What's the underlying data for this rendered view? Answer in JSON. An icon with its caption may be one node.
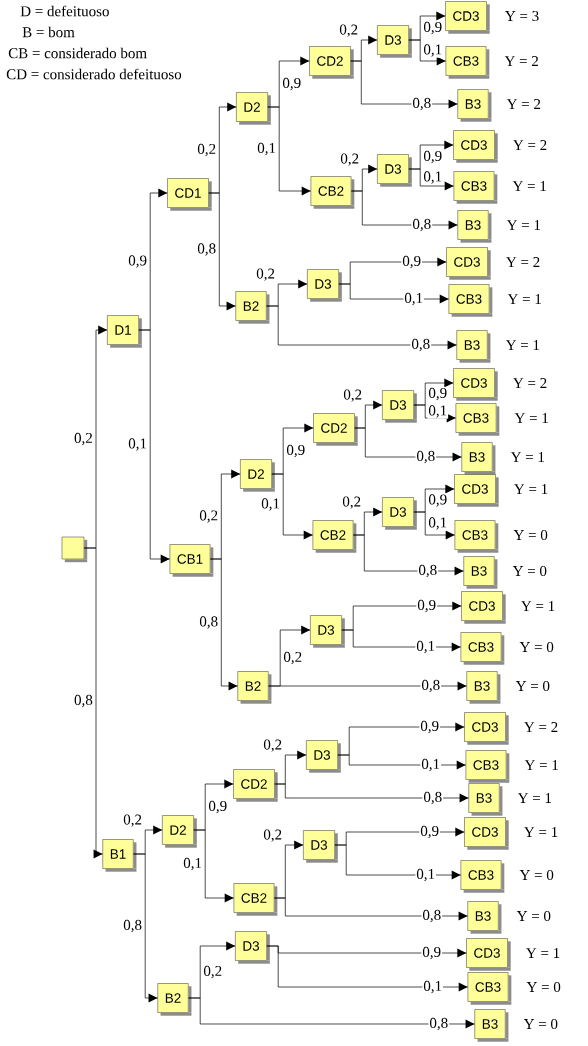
{
  "diagram": {
    "nodes": [
      {
        "text": [],
        "shape": "box"
      },
      {
        "text": [
          "D1"
        ]
      },
      {
        "text": [
          "CD1"
        ]
      },
      {
        "text": [
          "D2"
        ]
      },
      {
        "text": [
          "CD2"
        ]
      },
      {
        "text": [
          "D3"
        ]
      },
      {
        "text": [
          "CD3"
        ],
        "beside": [
          "Y = 3"
        ]
      },
      {
        "text": [
          "CB3"
        ],
        "beside": [
          "Y = 2"
        ]
      },
      {
        "text": [
          "B3"
        ],
        "beside": [
          "Y = 2"
        ]
      },
      {
        "text": [
          "CB2"
        ]
      },
      {
        "text": [
          "D3"
        ]
      },
      {
        "text": [
          "CD3"
        ],
        "beside": [
          "Y = 2"
        ]
      },
      {
        "text": [
          "CB3"
        ],
        "beside": [
          "Y = 1"
        ]
      },
      {
        "text": [
          "B3"
        ],
        "beside": [
          "Y = 1"
        ]
      },
      {
        "text": [
          "B2"
        ]
      },
      {
        "text": [
          "D3"
        ]
      },
      {
        "text": [
          "CD3"
        ],
        "beside": [
          "Y = 2"
        ]
      },
      {
        "text": [
          "CB3"
        ],
        "beside": [
          "Y = 1"
        ]
      },
      {
        "text": [
          "B3"
        ],
        "beside": [
          "Y = 1"
        ]
      },
      {
        "text": [
          "CB1"
        ]
      },
      {
        "text": [
          "D2"
        ]
      },
      {
        "text": [
          "CD2"
        ]
      },
      {
        "text": [
          "D3"
        ]
      },
      {
        "text": [
          "CD3"
        ],
        "beside": [
          "Y = 2"
        ]
      },
      {
        "text": [
          "CB3"
        ],
        "beside": [
          "Y = 1"
        ]
      },
      {
        "text": [
          "B3"
        ],
        "beside": [
          "Y = 1"
        ]
      },
      {
        "text": [
          "CB2"
        ]
      },
      {
        "text": [
          "D3"
        ]
      },
      {
        "text": [
          "CD3"
        ],
        "beside": [
          "Y = 1"
        ]
      },
      {
        "text": [
          "CB3"
        ],
        "beside": [
          "Y = 0"
        ]
      },
      {
        "text": [
          "B3"
        ],
        "beside": [
          "Y = 0"
        ]
      },
      {
        "text": [
          "B2"
        ]
      },
      {
        "text": [
          "D3"
        ]
      },
      {
        "text": [
          "CD3"
        ],
        "beside": [
          "Y = 1"
        ]
      },
      {
        "text": [
          "CB3"
        ],
        "beside": [
          "Y = 0"
        ]
      },
      {
        "text": [
          "B3"
        ],
        "beside": [
          "Y = 0"
        ]
      },
      {
        "text": [
          "B1"
        ]
      },
      {
        "text": [
          "D2"
        ]
      },
      {
        "text": [
          "CD2"
        ]
      },
      {
        "text": [
          "D3"
        ]
      },
      {
        "text": [
          "CD3"
        ],
        "beside": [
          "Y = 2"
        ]
      },
      {
        "text": [
          "CB3"
        ],
        "beside": [
          "Y = 1"
        ]
      },
      {
        "text": [
          "B3"
        ],
        "beside": [
          "Y = 1"
        ]
      },
      {
        "text": [
          "CB2"
        ]
      },
      {
        "text": [
          "D3"
        ]
      },
      {
        "text": [
          "CD3"
        ],
        "beside": [
          "Y = 1"
        ]
      },
      {
        "text": [
          "CB3"
        ],
        "beside": [
          "Y = 0"
        ]
      },
      {
        "text": [
          "B3"
        ],
        "beside": [
          "Y = 0"
        ]
      },
      {
        "text": [
          "B2"
        ]
      },
      {
        "text": [
          "D3"
        ]
      },
      {
        "text": [
          "CD3"
        ],
        "beside": [
          "Y = 1"
        ]
      },
      {
        "text": [
          "CB3"
        ],
        "beside": [
          "Y = 0"
        ]
      },
      {
        "text": [
          "B3"
        ],
        "beside": [
          "Y = 0"
        ]
      }
    ],
    "edges": [
      {
        "from": 0,
        "to": 1,
        "arrow": "to",
        "label": "0,2"
      },
      {
        "from": 0,
        "to": 36,
        "arrow": "to",
        "label": "0,8"
      },
      {
        "from": 1,
        "to": 2,
        "arrow": "to",
        "label": "0,9"
      },
      {
        "from": 1,
        "to": 19,
        "arrow": "to",
        "label": "0,1"
      },
      {
        "from": 2,
        "to": 3,
        "arrow": "to",
        "label": "0,2"
      },
      {
        "from": 2,
        "to": 14,
        "arrow": "to",
        "label": "0,8"
      },
      {
        "from": 3,
        "to": 4,
        "arrow": "to",
        "label": "0,9"
      },
      {
        "from": 3,
        "to": 9,
        "arrow": "to",
        "label": "0,1"
      },
      {
        "from": 4,
        "to": 5,
        "arrow": "to",
        "label": "0,2"
      },
      {
        "from": 4,
        "to": 8,
        "arrow": "to",
        "label": "0,8"
      },
      {
        "from": 5,
        "to": 6,
        "arrow": "to",
        "label": "0,9"
      },
      {
        "from": 5,
        "to": 7,
        "arrow": "to",
        "label": "0,1"
      },
      {
        "from": 9,
        "to": 10,
        "arrow": "to",
        "label": "0,2"
      },
      {
        "from": 9,
        "to": 13,
        "arrow": "to",
        "label": "0,8"
      },
      {
        "from": 10,
        "to": 11,
        "arrow": "to",
        "label": "0,9"
      },
      {
        "from": 10,
        "to": 12,
        "arrow": "to",
        "label": "0,1"
      },
      {
        "from": 14,
        "to": 15,
        "arrow": "to",
        "label": "0,2"
      },
      {
        "from": 14,
        "to": 18,
        "arrow": "to",
        "label": "0,8"
      },
      {
        "from": 15,
        "to": 16,
        "arrow": "to",
        "label": "0,9"
      },
      {
        "from": 15,
        "to": 17,
        "arrow": "to",
        "label": "0,1"
      },
      {
        "from": 19,
        "to": 20,
        "arrow": "to",
        "label": "0,2"
      },
      {
        "from": 19,
        "to": 31,
        "arrow": "to",
        "label": "0,8"
      },
      {
        "from": 20,
        "to": 21,
        "arrow": "to",
        "label": "0,9"
      },
      {
        "from": 20,
        "to": 26,
        "arrow": "to",
        "label": "0,1"
      },
      {
        "from": 21,
        "to": 22,
        "arrow": "to",
        "label": "0,2"
      },
      {
        "from": 21,
        "to": 25,
        "arrow": "to",
        "label": "0,8"
      },
      {
        "from": 22,
        "to": 23,
        "arrow": "to",
        "label": "0,9"
      },
      {
        "from": 22,
        "to": 24,
        "arrow": "to",
        "label": "0,1"
      },
      {
        "from": 26,
        "to": 27,
        "arrow": "to",
        "label": "0,2"
      },
      {
        "from": 26,
        "to": 30,
        "arrow": "to",
        "label": "0,8"
      },
      {
        "from": 27,
        "to": 28,
        "arrow": "to",
        "label": "0,9"
      },
      {
        "from": 27,
        "to": 29,
        "arrow": "to",
        "label": "0,1"
      },
      {
        "from": 31,
        "to": 32,
        "arrow": "to",
        "label": "0,2"
      },
      {
        "from": 31,
        "to": 35,
        "arrow": "to",
        "label": "0,8"
      },
      {
        "from": 32,
        "to": 33,
        "arrow": "to",
        "label": "0,9"
      },
      {
        "from": 32,
        "to": 34,
        "arrow": "to",
        "label": "0,1"
      },
      {
        "from": 36,
        "to": 37,
        "arrow": "to",
        "label": "0,2"
      },
      {
        "from": 36,
        "to": 48,
        "arrow": "to",
        "label": "0,8"
      },
      {
        "from": 37,
        "to": 38,
        "arrow": "to",
        "label": "0,9"
      },
      {
        "from": 37,
        "to": 43,
        "arrow": "to",
        "label": "0,1"
      },
      {
        "from": 38,
        "to": 39,
        "arrow": "to",
        "label": "0,2"
      },
      {
        "from": 38,
        "to": 42,
        "arrow": "to",
        "label": "0,8"
      },
      {
        "from": 39,
        "to": 40,
        "arrow": "to",
        "label": "0,9"
      },
      {
        "from": 39,
        "to": 41,
        "arrow": "to",
        "label": "0,1"
      },
      {
        "from": 43,
        "to": 44,
        "arrow": "to",
        "label": "0,2"
      },
      {
        "from": 43,
        "to": 47,
        "arrow": "to",
        "label": "0,8"
      },
      {
        "from": 44,
        "to": 45,
        "arrow": "to",
        "label": "0,9"
      },
      {
        "from": 44,
        "to": 46,
        "arrow": "to",
        "label": "0,1"
      },
      {
        "from": 48,
        "to": 49,
        "arrow": "to",
        "label": "0,2"
      },
      {
        "from": 48,
        "to": 52,
        "arrow": "to",
        "label": "0,8"
      },
      {
        "from": 49,
        "to": 50,
        "arrow": "to",
        "label": "0,9"
      },
      {
        "from": 49,
        "to": 51,
        "arrow": "to",
        "label": "0,1"
      }
    ],
    "labels": [
      "D = defeituoso",
      "B = bom",
      "CB = considerado bom",
      "CD = considerado defeituoso"
    ]
  }
}
